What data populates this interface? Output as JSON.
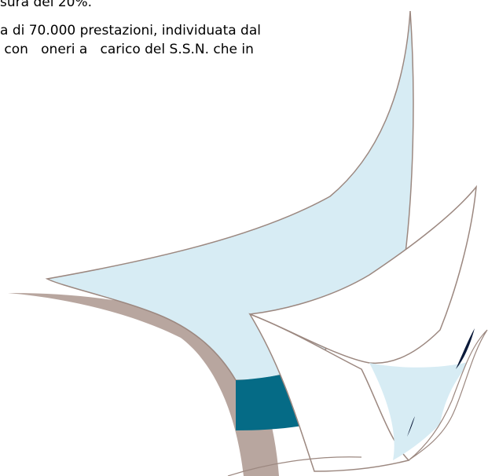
{
  "document": {
    "lines": [
      "sura del 20%.",
      "a di 70.000 prestazioni, individuata dal",
      " con   oneri a   carico del S.S.N. che in"
    ]
  },
  "decoration": {
    "colors": {
      "light_blue": "#d7ecf4",
      "teal": "#056b86",
      "taupe": "#b8a69f",
      "navy": "#0b1a3a",
      "outline": "#9c8880"
    }
  }
}
